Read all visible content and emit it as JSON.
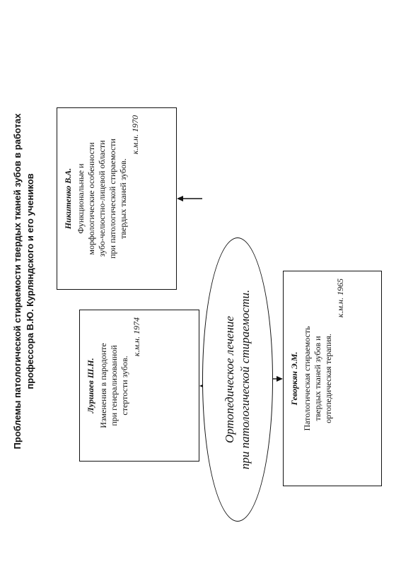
{
  "title": {
    "line1": "Проблемы патологической стираемости твердых тканей зубов в работах",
    "line2": "профессора В.Ю. Курляндского и его учеников"
  },
  "center": {
    "line1": "Ортопедическое лечение",
    "line2": "при патологической стираемости."
  },
  "boxes": {
    "nikitenko": {
      "author": "Никитенко В.А.",
      "lines": [
        "Функциональные и",
        "морфологические особенности",
        "зубо-челюстно-лицевой области",
        "при патологической стираемости",
        "твердых тканей зубов."
      ],
      "degree": "к.м.н. 1970"
    },
    "purshaev": {
      "author": "Луршаев Ш.Н.",
      "lines": [
        "Изменения в пародонте",
        "при генерализованной",
        "стертости зубов."
      ],
      "degree": "к.м.н. 1974"
    },
    "geworkyan": {
      "author": "Геворкян Э.М.",
      "lines": [
        "Патологическая стираемость",
        "твердых тканей зубов и",
        "ортопедическая терапия."
      ],
      "degree": "к.м.н. 1965"
    }
  }
}
